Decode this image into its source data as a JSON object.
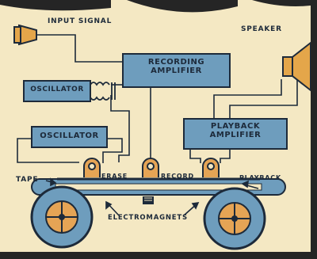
{
  "diagram": {
    "labels": {
      "input_signal": "INPUT SIGNAL",
      "speaker": "SPEAKER",
      "recording_amplifier_line1": "RECORDING",
      "recording_amplifier_line2": "AMPLIFIER",
      "oscillator_1": "OSCILLATOR",
      "oscillator_2": "OSCILLATOR",
      "playback_amplifier_line1": "PLAYBACK",
      "playback_amplifier_line2": "AMPLIFIER",
      "tape": "TAPE",
      "erase": "ERASE",
      "record": "RECORD",
      "playback": "PLAYBACK",
      "electromagnets": "ELECTROMAGNETS"
    },
    "colors": {
      "paper": "#f4e8c3",
      "box_blue": "#6e9dbd",
      "ink": "#1d2a3a",
      "horn_orange": "#e4a64a",
      "reel_orange": "#e5a455",
      "frame_dark": "#252525"
    }
  }
}
